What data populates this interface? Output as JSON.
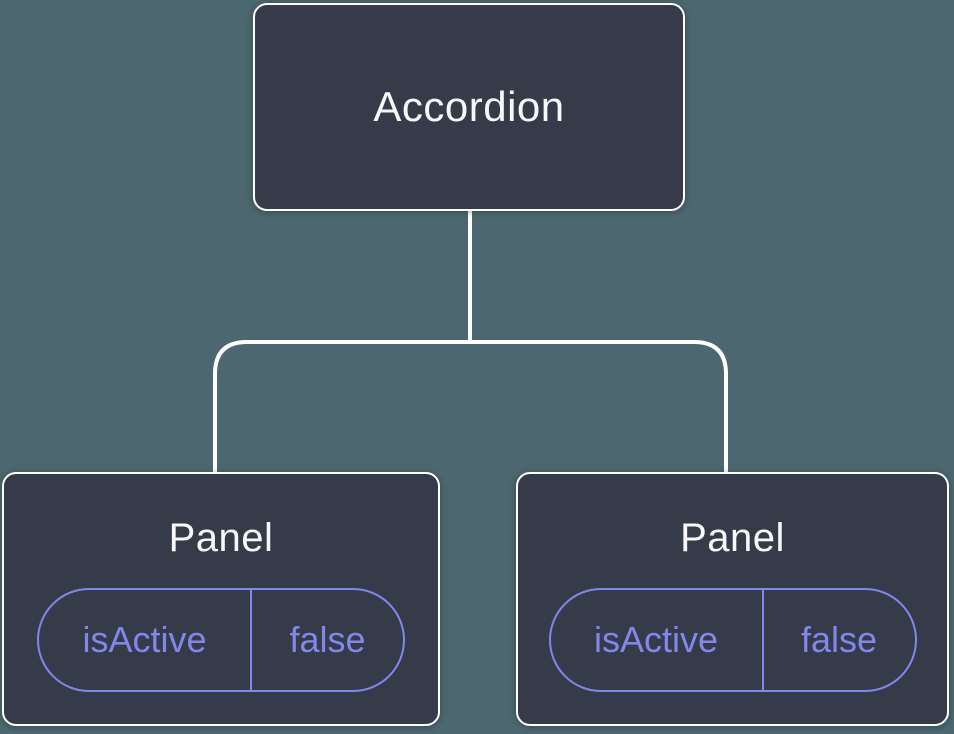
{
  "tree": {
    "root": {
      "label": "Accordion"
    },
    "children": [
      {
        "label": "Panel",
        "state": {
          "key": "isActive",
          "value": "false"
        }
      },
      {
        "label": "Panel",
        "state": {
          "key": "isActive",
          "value": "false"
        }
      }
    ]
  },
  "colors": {
    "background": "#4c676f",
    "node_fill": "#353b48",
    "node_border": "#ffffff",
    "connector_line": "#ffffff",
    "state_accent": "#8287eb",
    "title_text": "#f7f8f9"
  }
}
